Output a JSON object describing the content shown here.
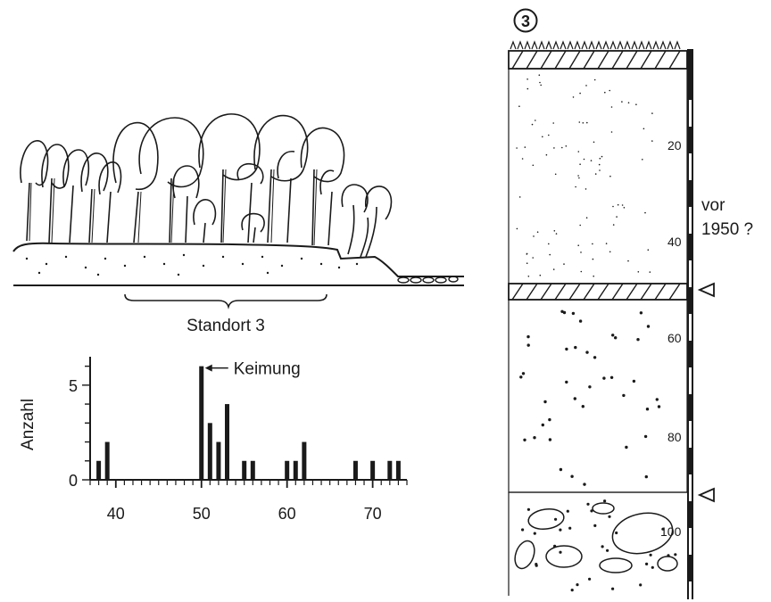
{
  "landscape": {
    "site_label": "Standort 3"
  },
  "chart_data": {
    "type": "bar",
    "title": "",
    "xlabel": "",
    "ylabel": "Anzahl",
    "xlim": [
      37,
      74
    ],
    "ylim": [
      0,
      6.5
    ],
    "x_ticks": [
      40,
      50,
      60,
      70
    ],
    "y_ticks": [
      0,
      5
    ],
    "x": [
      38,
      39,
      50,
      51,
      52,
      53,
      55,
      56,
      60,
      61,
      62,
      68,
      70,
      72,
      73
    ],
    "values": [
      1,
      2,
      6,
      3,
      2,
      4,
      1,
      1,
      1,
      1,
      2,
      1,
      1,
      1,
      1
    ],
    "annotation": {
      "text": "Keimung",
      "x": 50
    }
  },
  "profile": {
    "site_number": "3",
    "depth_labels": [
      "20",
      "40",
      "60",
      "80",
      "100"
    ],
    "side_note_line1": "vor",
    "side_note_line2": "1950 ?",
    "markers": [
      "peat-layer-boundary",
      "gravel-layer-boundary"
    ]
  }
}
